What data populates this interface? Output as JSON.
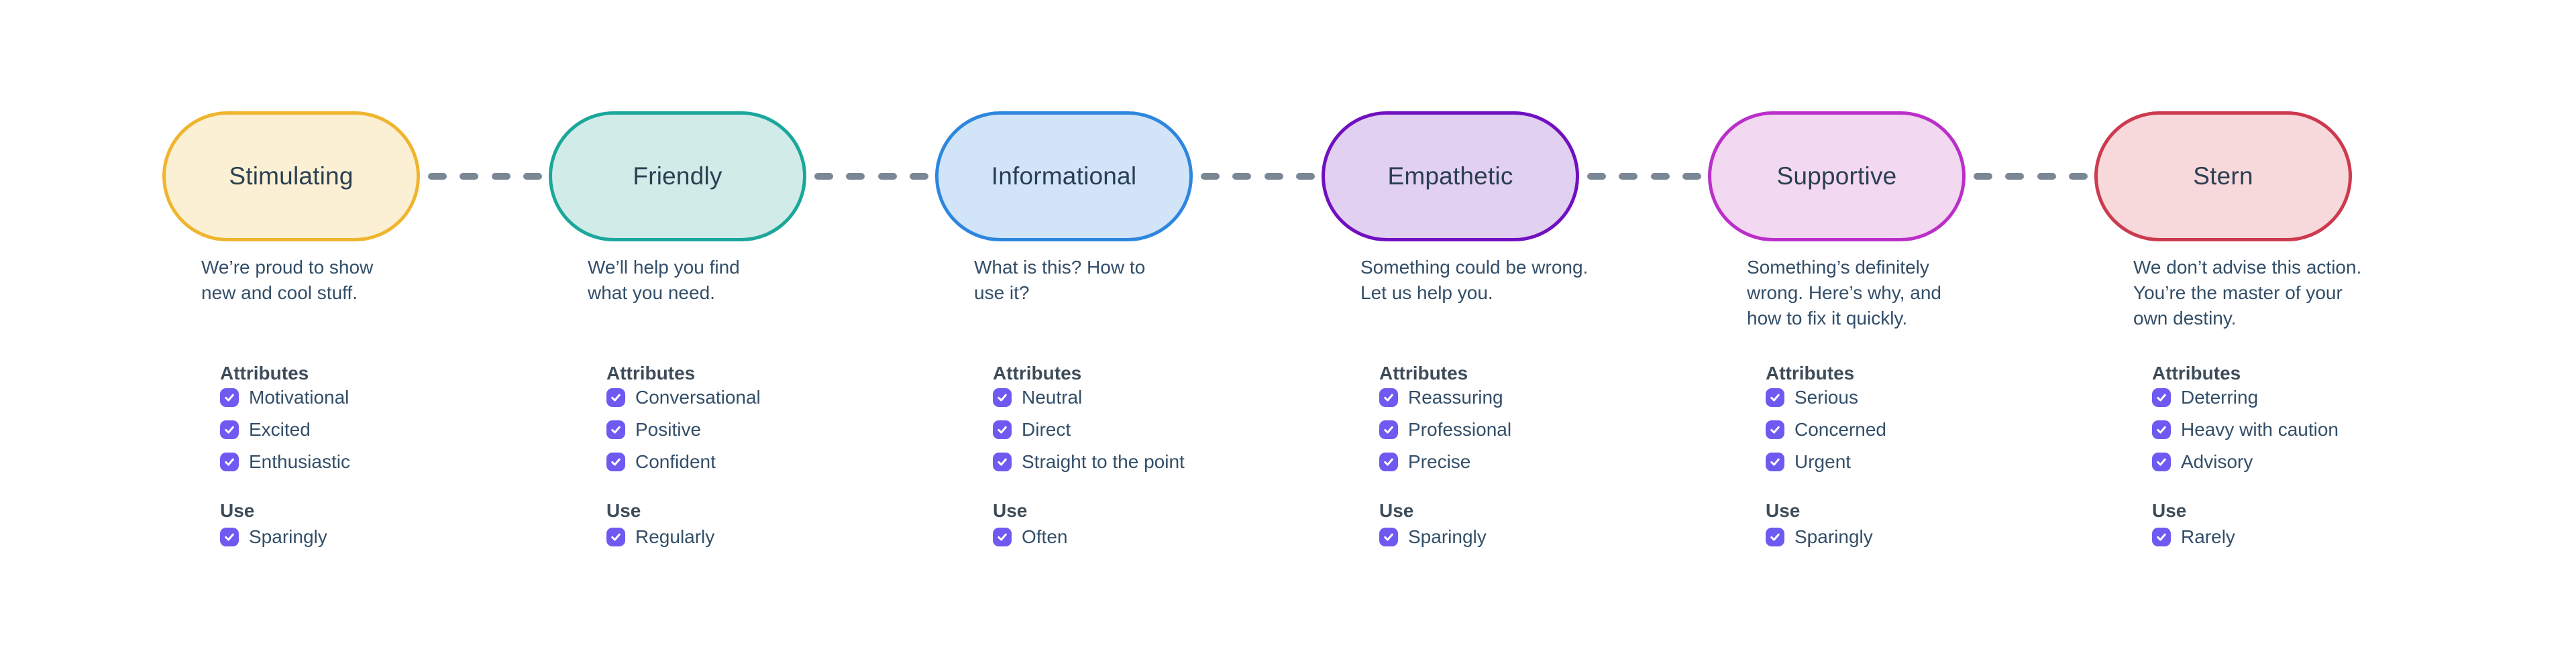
{
  "palette": {
    "background": "#FFFFFF",
    "connector": "#7B8794",
    "checkbox_fill": "#6E5AF0",
    "checkmark": "#FFFFFF",
    "pill_text": "#2B3F52",
    "description_text": "#334E68",
    "heading_text": "#3E4C59",
    "label_text": "#334E68"
  },
  "labels": {
    "attributes_heading": "Attributes",
    "use_heading": "Use"
  },
  "cards": [
    {
      "title": "Stimulating",
      "description": "We’re proud to show\nnew and cool stuff.",
      "border_color": "#F0B52E",
      "fill_color": "#FBF0D4",
      "attributes": [
        {
          "label": "Motivational",
          "checked": true
        },
        {
          "label": "Excited",
          "checked": true
        },
        {
          "label": "Enthusiastic",
          "checked": true
        }
      ],
      "use": {
        "label": "Sparingly",
        "checked": true
      }
    },
    {
      "title": "Friendly",
      "description": "We’ll help you find\nwhat you need.",
      "border_color": "#1BA79B",
      "fill_color": "#D0EBE8",
      "attributes": [
        {
          "label": "Conversational",
          "checked": true
        },
        {
          "label": "Positive",
          "checked": true
        },
        {
          "label": "Confident",
          "checked": true
        }
      ],
      "use": {
        "label": "Regularly",
        "checked": true
      }
    },
    {
      "title": "Informational",
      "description": "What is this? How to\nuse it?",
      "border_color": "#2E86DE",
      "fill_color": "#D2E4F7",
      "attributes": [
        {
          "label": "Neutral",
          "checked": true
        },
        {
          "label": "Direct",
          "checked": true
        },
        {
          "label": "Straight to the point",
          "checked": true
        }
      ],
      "use": {
        "label": "Often",
        "checked": true
      }
    },
    {
      "title": "Empathetic",
      "description": "Something could be wrong.\nLet us help you.",
      "border_color": "#7010C0",
      "fill_color": "#E1D0EF",
      "attributes": [
        {
          "label": "Reassuring",
          "checked": true
        },
        {
          "label": "Professional",
          "checked": true
        },
        {
          "label": "Precise",
          "checked": true
        }
      ],
      "use": {
        "label": "Sparingly",
        "checked": true
      }
    },
    {
      "title": "Supportive",
      "description": "Something’s definitely\nwrong. Here’s why, and\nhow to fix it quickly.",
      "border_color": "#BB2FC9",
      "fill_color": "#F2D8F0",
      "attributes": [
        {
          "label": "Serious",
          "checked": true
        },
        {
          "label": "Concerned",
          "checked": true
        },
        {
          "label": "Urgent",
          "checked": true
        }
      ],
      "use": {
        "label": "Sparingly",
        "checked": true
      }
    },
    {
      "title": "Stern",
      "description": "We don’t advise this action.\nYou’re the master of your\nown destiny.",
      "border_color": "#CC3A4E",
      "fill_color": "#F7D8DB",
      "attributes": [
        {
          "label": "Deterring",
          "checked": true
        },
        {
          "label": "Heavy with caution",
          "checked": true
        },
        {
          "label": "Advisory",
          "checked": true
        }
      ],
      "use": {
        "label": "Rarely",
        "checked": true
      }
    }
  ]
}
